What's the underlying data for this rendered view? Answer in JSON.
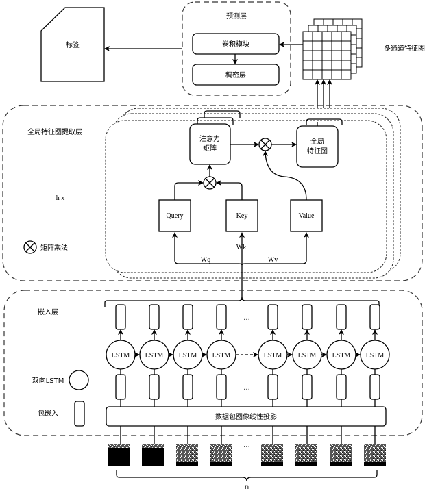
{
  "label_box": {
    "text": "标签"
  },
  "prediction_layer": {
    "title": "预测层",
    "conv_module": "卷积模块",
    "dense_layer": "稠密层"
  },
  "multichannel_feature_map": {
    "label": "多通道特征图",
    "grid": [
      5,
      5
    ],
    "channels": 3
  },
  "global_extraction_layer": {
    "title": "全局特征图提取层",
    "hx": "h x",
    "legend_matmul": "矩阵乘法",
    "attention_matrix": [
      "注意力",
      "矩阵"
    ],
    "global_feature_map": [
      "全局",
      "特征图"
    ],
    "query": "Query",
    "key": "Key",
    "value": "Value",
    "wq": "Wq",
    "wk": "Wk",
    "wv": "Wv"
  },
  "embedding_layer": {
    "title": "嵌入层",
    "legend_bilstm": "双向LSTM",
    "legend_packet_embed": "包嵌入",
    "lstm_label": "LSTM",
    "lstm_count": 8,
    "ellipsis": "...",
    "projection": "数据包图像线性投影"
  },
  "inputs": {
    "images": [
      "dark",
      "dark",
      "noise",
      "noise",
      "noise",
      "noise",
      "noise",
      "noise"
    ],
    "ellipsis": "...",
    "brace_label": "n"
  }
}
